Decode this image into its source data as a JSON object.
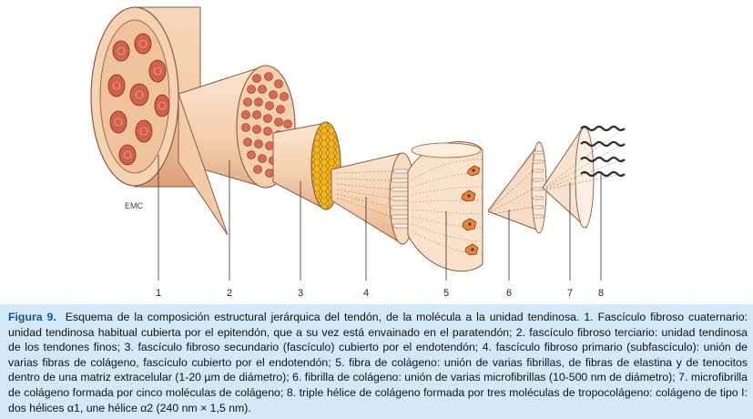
{
  "diagram": {
    "labels": [
      "1",
      "2",
      "3",
      "4",
      "5",
      "6",
      "7",
      "8"
    ],
    "signature": "EMC"
  },
  "caption": {
    "figure_label": "Figura 9.",
    "text": "Esquema de la composición estructural jerárquica del tendón, de la molécula a la unidad tendinosa. 1. Fascículo fibroso cuaternario: unidad tendinosa habitual cubierta por el epitendón, que a su vez está envainado en el paratendón; 2. fascículo fibroso terciario: unidad tendinosa de los tendones finos; 3. fascículo fibroso secundario (fascículo) cubierto por el endotendón; 4. fascículo fibroso primario (subfascículo): unión de varias fibras de colágeno, fascículo cubierto por el endotendón; 5. fibra de colágeno: unión de varias fibrillas, de fibras de elastina y de tenocitos dentro de una matriz extracelular (1-20 µm de diámetro); 6. fibrilla de colágeno: unión de varias microfibrillas (10-500 nm de diámetro); 7. microfibrilla de colágeno formada por cinco moléculas de colágeno; 8. triple hélice de colágeno formada por tres moléculas de tropocolágeno: colágeno de tipo I: dos hélices α1, une hélice α2 (240 nm × 1,5 nm)."
  },
  "colors": {
    "skin_light": "#f8ddc0",
    "skin_mid": "#f2c9a4",
    "skin_dark": "#c98a63",
    "fascicle_red": "#d1614b",
    "honeycomb": "#f3b51f",
    "cell_orange": "#e9853f",
    "caption_bg": "#d3e9f8",
    "fig_label": "#1b4f8a"
  }
}
